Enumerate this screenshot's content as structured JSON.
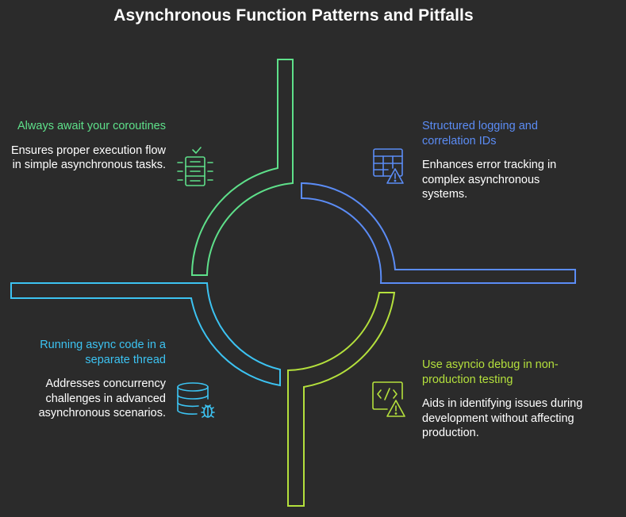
{
  "title": "Asynchronous Function Patterns and Pitfalls",
  "colors": {
    "background": "#2b2b2b",
    "green": "#5ee08a",
    "blue": "#5b8cf5",
    "cyan": "#3cc3f2",
    "lime": "#b4e03c"
  },
  "quadrants": [
    {
      "id": "top-left",
      "heading": "Always await your coroutines",
      "description": "Ensures proper execution flow in simple asynchronous tasks.",
      "icon": "server-check-icon",
      "color": "#5ee08a"
    },
    {
      "id": "top-right",
      "heading": "Structured logging and correlation IDs",
      "description": "Enhances error tracking in complex asynchronous systems.",
      "icon": "table-warning-icon",
      "color": "#5b8cf5"
    },
    {
      "id": "bottom-left",
      "heading": "Running async code in a separate thread",
      "description": "Addresses concurrency challenges in advanced asynchronous scenarios.",
      "icon": "database-bug-icon",
      "color": "#3cc3f2"
    },
    {
      "id": "bottom-right",
      "heading": "Use asyncio debug in non-production testing",
      "description": "Aids in identifying issues during development without affecting production.",
      "icon": "code-warning-icon",
      "color": "#b4e03c"
    }
  ]
}
